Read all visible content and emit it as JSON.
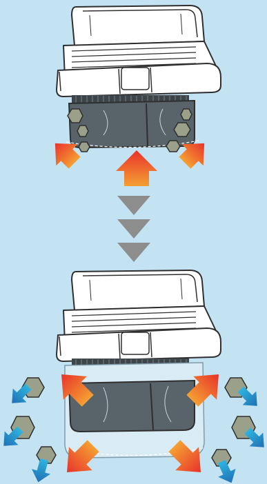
{
  "colors": {
    "background": "#c4e3f2",
    "device_fill": "#ffffff",
    "device_stroke": "#2e2e2e",
    "filter_fill": "#59646a",
    "filter_dark": "#3d4549",
    "particle_fill": "#9aa08a",
    "particle_stroke": "#2e2e2e",
    "arrow_red_start": "#e8322a",
    "arrow_red_end": "#f5a033",
    "arrow_blue_start": "#1f6fb3",
    "arrow_blue_end": "#2fb4e0",
    "flow_arrow": "#8d8d8d",
    "bag_fill": "#d9ecf6"
  },
  "stages": [
    {
      "id": "before",
      "icon": "air-purifier-filter-clogged"
    },
    {
      "id": "after",
      "icon": "air-purifier-filter-cleaned"
    }
  ],
  "flow_arrow_count": 3
}
